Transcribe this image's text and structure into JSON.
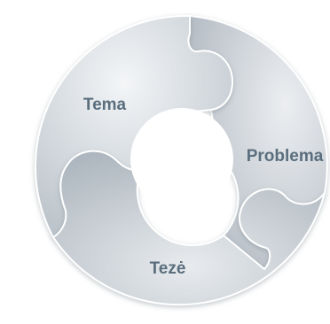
{
  "segments": [
    {
      "label": "Tema"
    },
    {
      "label": "Problema"
    },
    {
      "label": "Tezė"
    }
  ]
}
